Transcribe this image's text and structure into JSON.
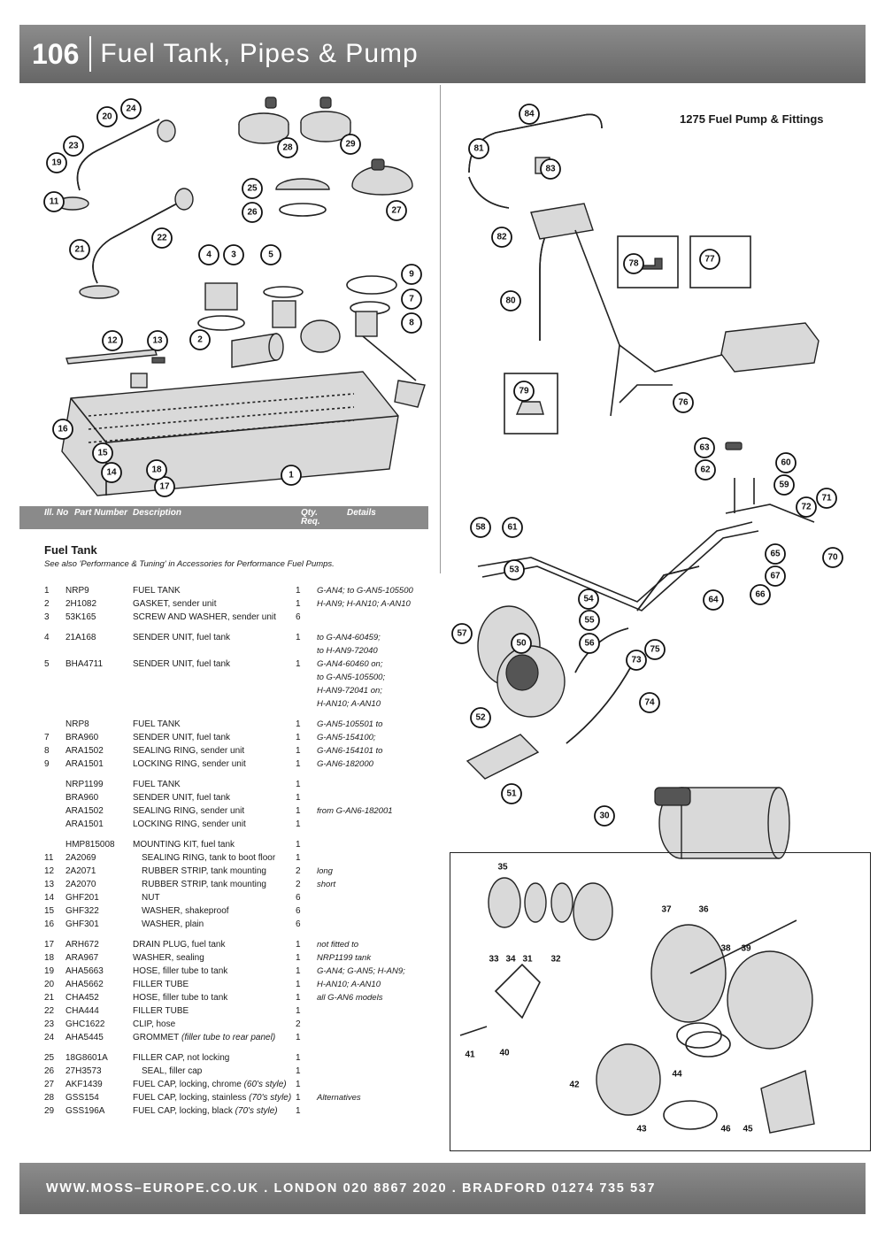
{
  "header": {
    "page_number": "106",
    "title": "Fuel Tank, Pipes & Pump"
  },
  "diagram": {
    "fuel_pump_label": "1275 Fuel Pump & Fittings"
  },
  "columns": {
    "ill_no": "Ill. No",
    "part_number": "Part Number",
    "description": "Description",
    "qty": "Qty. Req.",
    "details": "Details"
  },
  "section": {
    "title": "Fuel Tank",
    "note": "See also 'Performance & Tuning' in Accessories for Performance Fuel Pumps."
  },
  "parts": [
    {
      "no": "1",
      "part": "NRP9",
      "desc": "FUEL TANK",
      "qty": "1",
      "det": "G-AN4; to G-AN5-105500"
    },
    {
      "no": "2",
      "part": "2H1082",
      "desc": "GASKET, sender unit",
      "qty": "1",
      "det": "H-AN9; H-AN10; A-AN10"
    },
    {
      "no": "3",
      "part": "53K165",
      "desc": "SCREW AND WASHER, sender unit",
      "qty": "6",
      "det": ""
    },
    {
      "gap": true
    },
    {
      "no": "4",
      "part": "21A168",
      "desc": "SENDER UNIT, fuel tank",
      "qty": "1",
      "det": "to G-AN4-60459;"
    },
    {
      "no": "",
      "part": "",
      "desc": "",
      "qty": "",
      "det": "to H-AN9-72040"
    },
    {
      "no": "5",
      "part": "BHA4711",
      "desc": "SENDER UNIT, fuel tank",
      "qty": "1",
      "det": "G-AN4-60460 on;"
    },
    {
      "no": "",
      "part": "",
      "desc": "",
      "qty": "",
      "det": "to G-AN5-105500;"
    },
    {
      "no": "",
      "part": "",
      "desc": "",
      "qty": "",
      "det": "H-AN9-72041 on;"
    },
    {
      "no": "",
      "part": "",
      "desc": "",
      "qty": "",
      "det": "H-AN10; A-AN10"
    },
    {
      "gap": true
    },
    {
      "no": "",
      "part": "NRP8",
      "desc": "FUEL TANK",
      "qty": "1",
      "det": "G-AN5-105501 to"
    },
    {
      "no": "7",
      "part": "BRA960",
      "desc": "SENDER UNIT, fuel tank",
      "qty": "1",
      "det": "G-AN5-154100;"
    },
    {
      "no": "8",
      "part": "ARA1502",
      "desc": "SEALING RING, sender unit",
      "qty": "1",
      "det": "G-AN6-154101 to"
    },
    {
      "no": "9",
      "part": "ARA1501",
      "desc": "LOCKING RING, sender unit",
      "qty": "1",
      "det": "G-AN6-182000"
    },
    {
      "gap": true
    },
    {
      "no": "",
      "part": "NRP1199",
      "desc": "FUEL TANK",
      "qty": "1",
      "det": ""
    },
    {
      "no": "",
      "part": "BRA960",
      "desc": "SENDER UNIT, fuel tank",
      "qty": "1",
      "det": ""
    },
    {
      "no": "",
      "part": "ARA1502",
      "desc": "SEALING RING, sender unit",
      "qty": "1",
      "det": "from G-AN6-182001"
    },
    {
      "no": "",
      "part": "ARA1501",
      "desc": "LOCKING RING, sender unit",
      "qty": "1",
      "det": ""
    },
    {
      "gap": true
    },
    {
      "no": "",
      "part": "HMP815008",
      "desc": "MOUNTING KIT, fuel tank",
      "qty": "1",
      "det": ""
    },
    {
      "no": "11",
      "part": "2A2069",
      "desc": "SEALING RING, tank to boot floor",
      "qty": "1",
      "det": "",
      "indent": true
    },
    {
      "no": "12",
      "part": "2A2071",
      "desc": "RUBBER STRIP, tank mounting",
      "qty": "2",
      "det": "long",
      "indent": true
    },
    {
      "no": "13",
      "part": "2A2070",
      "desc": "RUBBER STRIP, tank mounting",
      "qty": "2",
      "det": "short",
      "indent": true
    },
    {
      "no": "14",
      "part": "GHF201",
      "desc": "NUT",
      "qty": "6",
      "det": "",
      "indent": true
    },
    {
      "no": "15",
      "part": "GHF322",
      "desc": "WASHER, shakeproof",
      "qty": "6",
      "det": "",
      "indent": true
    },
    {
      "no": "16",
      "part": "GHF301",
      "desc": "WASHER, plain",
      "qty": "6",
      "det": "",
      "indent": true
    },
    {
      "gap": true
    },
    {
      "no": "17",
      "part": "ARH672",
      "desc": "DRAIN PLUG, fuel tank",
      "qty": "1",
      "det": "not fitted to"
    },
    {
      "no": "18",
      "part": "ARA967",
      "desc": "WASHER, sealing",
      "qty": "1",
      "det": "NRP1199 tank"
    },
    {
      "no": "19",
      "part": "AHA5663",
      "desc": "HOSE, filler tube to tank",
      "qty": "1",
      "det": "G-AN4; G-AN5; H-AN9;"
    },
    {
      "no": "20",
      "part": "AHA5662",
      "desc": "FILLER TUBE",
      "qty": "1",
      "det": "H-AN10; A-AN10"
    },
    {
      "no": "21",
      "part": "CHA452",
      "desc": "HOSE, filler tube to tank",
      "qty": "1",
      "det": "all G-AN6 models"
    },
    {
      "no": "22",
      "part": "CHA444",
      "desc": "FILLER TUBE",
      "qty": "1",
      "det": ""
    },
    {
      "no": "23",
      "part": "GHC1622",
      "desc": "CLIP, hose",
      "qty": "2",
      "det": ""
    },
    {
      "no": "24",
      "part": "AHA5445",
      "desc": "GROMMET",
      "descItalic": "(filler tube to rear panel)",
      "qty": "1",
      "det": ""
    },
    {
      "gap": true
    },
    {
      "no": "25",
      "part": "18G8601A",
      "desc": "FILLER CAP, not locking",
      "qty": "1",
      "det": ""
    },
    {
      "no": "26",
      "part": "27H3573",
      "desc": "SEAL, filler cap",
      "qty": "1",
      "det": "",
      "indent": true
    },
    {
      "no": "27",
      "part": "AKF1439",
      "desc": "FUEL CAP, locking, chrome",
      "descItalic": "(60's style)",
      "qty": "1",
      "det": ""
    },
    {
      "no": "28",
      "part": "GSS154",
      "desc": "FUEL CAP, locking, stainless",
      "descItalic": "(70's style)",
      "qty": "1",
      "det": "Alternatives"
    },
    {
      "no": "29",
      "part": "GSS196A",
      "desc": "FUEL CAP, locking, black",
      "descItalic": "(70's style)",
      "qty": "1",
      "det": ""
    }
  ],
  "footer": {
    "text": "WWW.MOSS–EUROPE.CO.UK . LONDON 020 8867 2020 . BRADFORD 01274 735 537"
  },
  "callouts": [
    "1",
    "2",
    "3",
    "4",
    "5",
    "7",
    "8",
    "9",
    "11",
    "12",
    "13",
    "14",
    "15",
    "16",
    "17",
    "18",
    "19",
    "20",
    "21",
    "22",
    "23",
    "24",
    "25",
    "26",
    "27",
    "28",
    "29",
    "30",
    "31",
    "32",
    "33",
    "34",
    "35",
    "36",
    "37",
    "38",
    "39",
    "40",
    "41",
    "42",
    "43",
    "44",
    "45",
    "46",
    "50",
    "51",
    "52",
    "53",
    "54",
    "55",
    "56",
    "57",
    "58",
    "59",
    "60",
    "61",
    "62",
    "63",
    "64",
    "65",
    "66",
    "67",
    "70",
    "71",
    "72",
    "73",
    "74",
    "75",
    "76",
    "77",
    "78",
    "79",
    "80",
    "81",
    "82",
    "83",
    "84"
  ]
}
